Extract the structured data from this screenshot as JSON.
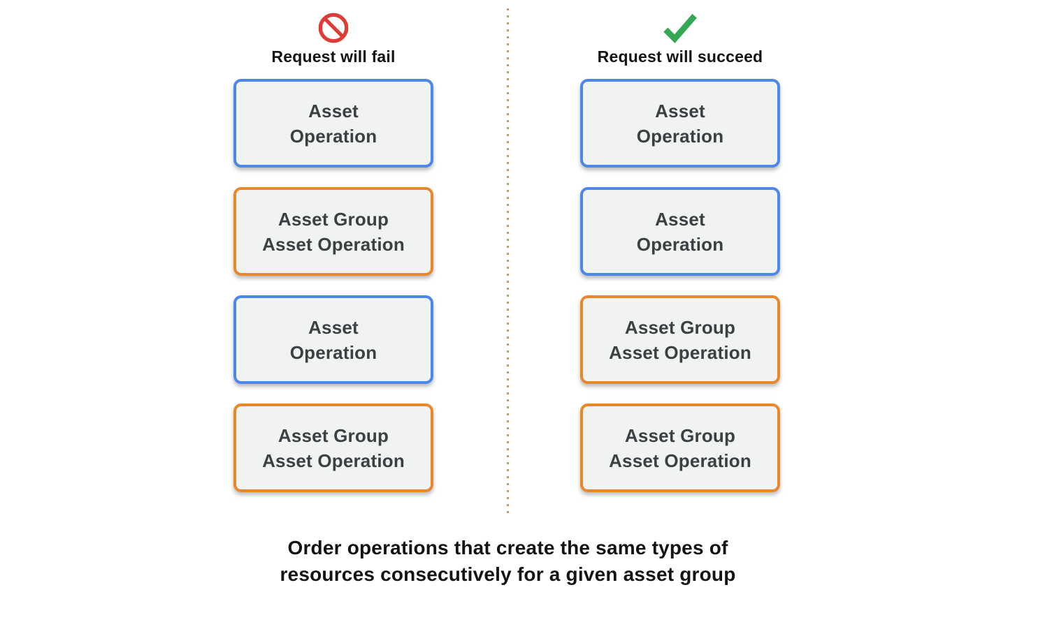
{
  "theme": {
    "colors": {
      "blue": "#4D87EE",
      "orange": "#E8882B",
      "dot": "#E8952F",
      "red": "#DD3D35",
      "green": "#34A853",
      "box-bg": "#F1F2F2",
      "box-text": "#3C4043",
      "heading-text": "#141414"
    }
  },
  "columns": [
    {
      "id": "fail",
      "icon": "prohibition-icon",
      "title": "Request will fail",
      "boxes": [
        {
          "label": "Asset\nOperation",
          "color": "blue"
        },
        {
          "label": "Asset Group\nAsset Operation",
          "color": "orange"
        },
        {
          "label": "Asset\nOperation",
          "color": "blue"
        },
        {
          "label": "Asset Group\nAsset Operation",
          "color": "orange"
        }
      ]
    },
    {
      "id": "succeed",
      "icon": "check-icon",
      "title": "Request will succeed",
      "boxes": [
        {
          "label": "Asset\nOperation",
          "color": "blue"
        },
        {
          "label": "Asset\nOperation",
          "color": "blue"
        },
        {
          "label": "Asset Group\nAsset Operation",
          "color": "orange"
        },
        {
          "label": "Asset Group\nAsset Operation",
          "color": "orange"
        }
      ]
    }
  ],
  "caption": "Order operations that create the same types of\nresources consecutively for a given asset group"
}
